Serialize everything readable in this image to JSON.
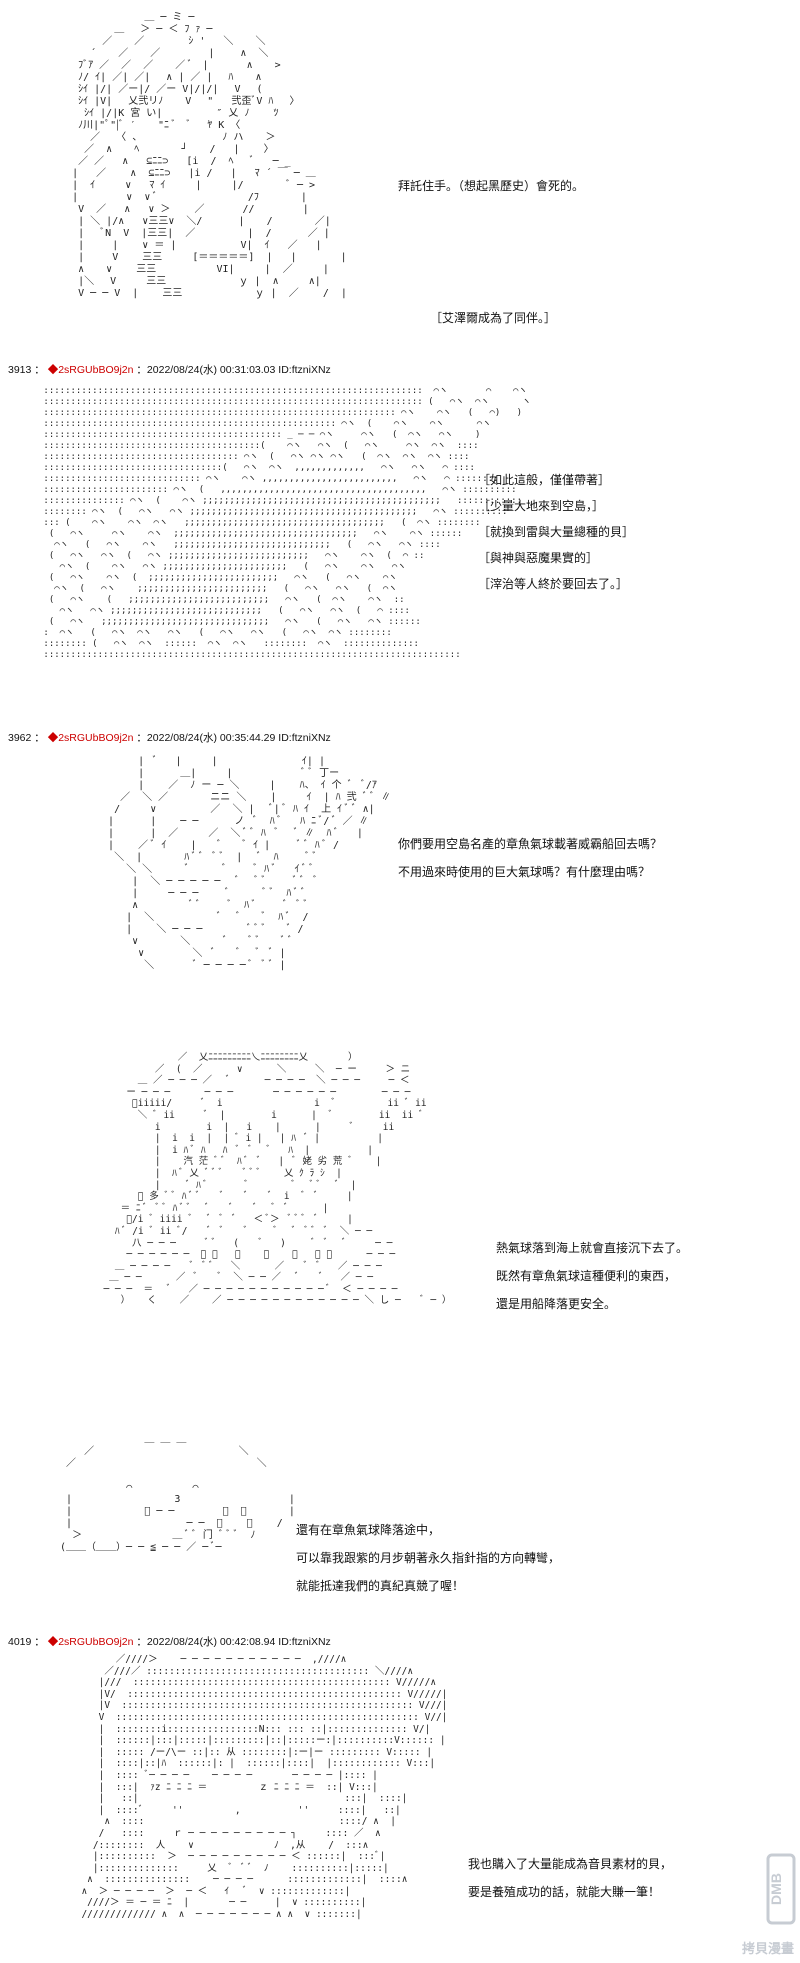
{
  "panel1": {
    "dialog": [
      "拜託住手。（想起黑歷史）會死的。",
      "［艾澤爾成為了同伴。］"
    ]
  },
  "post3913": {
    "number": "3913",
    "name": "2sRGUbBO9j2n",
    "datetime": "2022/08/24(水) 00:31:03.03",
    "id": "ID:ftzniXNz",
    "dialog": [
      "［如此這般，僅僅帶著］",
      "［少量大地來到空島，］",
      "［就換到雷與大量總種的貝］",
      "［與神與惡魔果實的］",
      "［滓治等人終於要回去了。］"
    ]
  },
  "post3962": {
    "number": "3962",
    "name": "2sRGUbBO9j2n",
    "datetime": "2022/08/24(水) 00:35:44.29",
    "id": "ID:ftzniXNz",
    "dialog_a": [
      "你們要用空島名產的章魚氣球載著威霸船回去嗎？",
      "不用過來時使用的巨大氣球嗎？有什麼理由嗎？"
    ],
    "dialog_b": [
      "熱氣球落到海上就會直接沉下去了。",
      "既然有章魚氣球這種便利的東西，",
      "還是用船降落更安全。"
    ],
    "dialog_c": [
      "還有在章魚氣球降落途中，",
      "可以靠我跟紫的月步朝著永久指針指的方向轉彎，",
      "就能抵達我們的真紀真競了喔！"
    ]
  },
  "post4019": {
    "number": "4019",
    "name": "2sRGUbBO9j2n",
    "datetime": "2022/08/24(水) 00:42:08.94",
    "id": "ID:ftzniXNz",
    "dialog": [
      "我也購入了大量能成為音貝素材的貝，",
      "要是養殖成功的話，就能大賺一筆！"
    ]
  },
  "watermark": {
    "text": "拷貝漫畫",
    "logo_text": "DMB"
  },
  "colors": {
    "name_color": "#cc0000",
    "text_color": "#111111",
    "watermark_color": "#c7ccd3"
  }
}
